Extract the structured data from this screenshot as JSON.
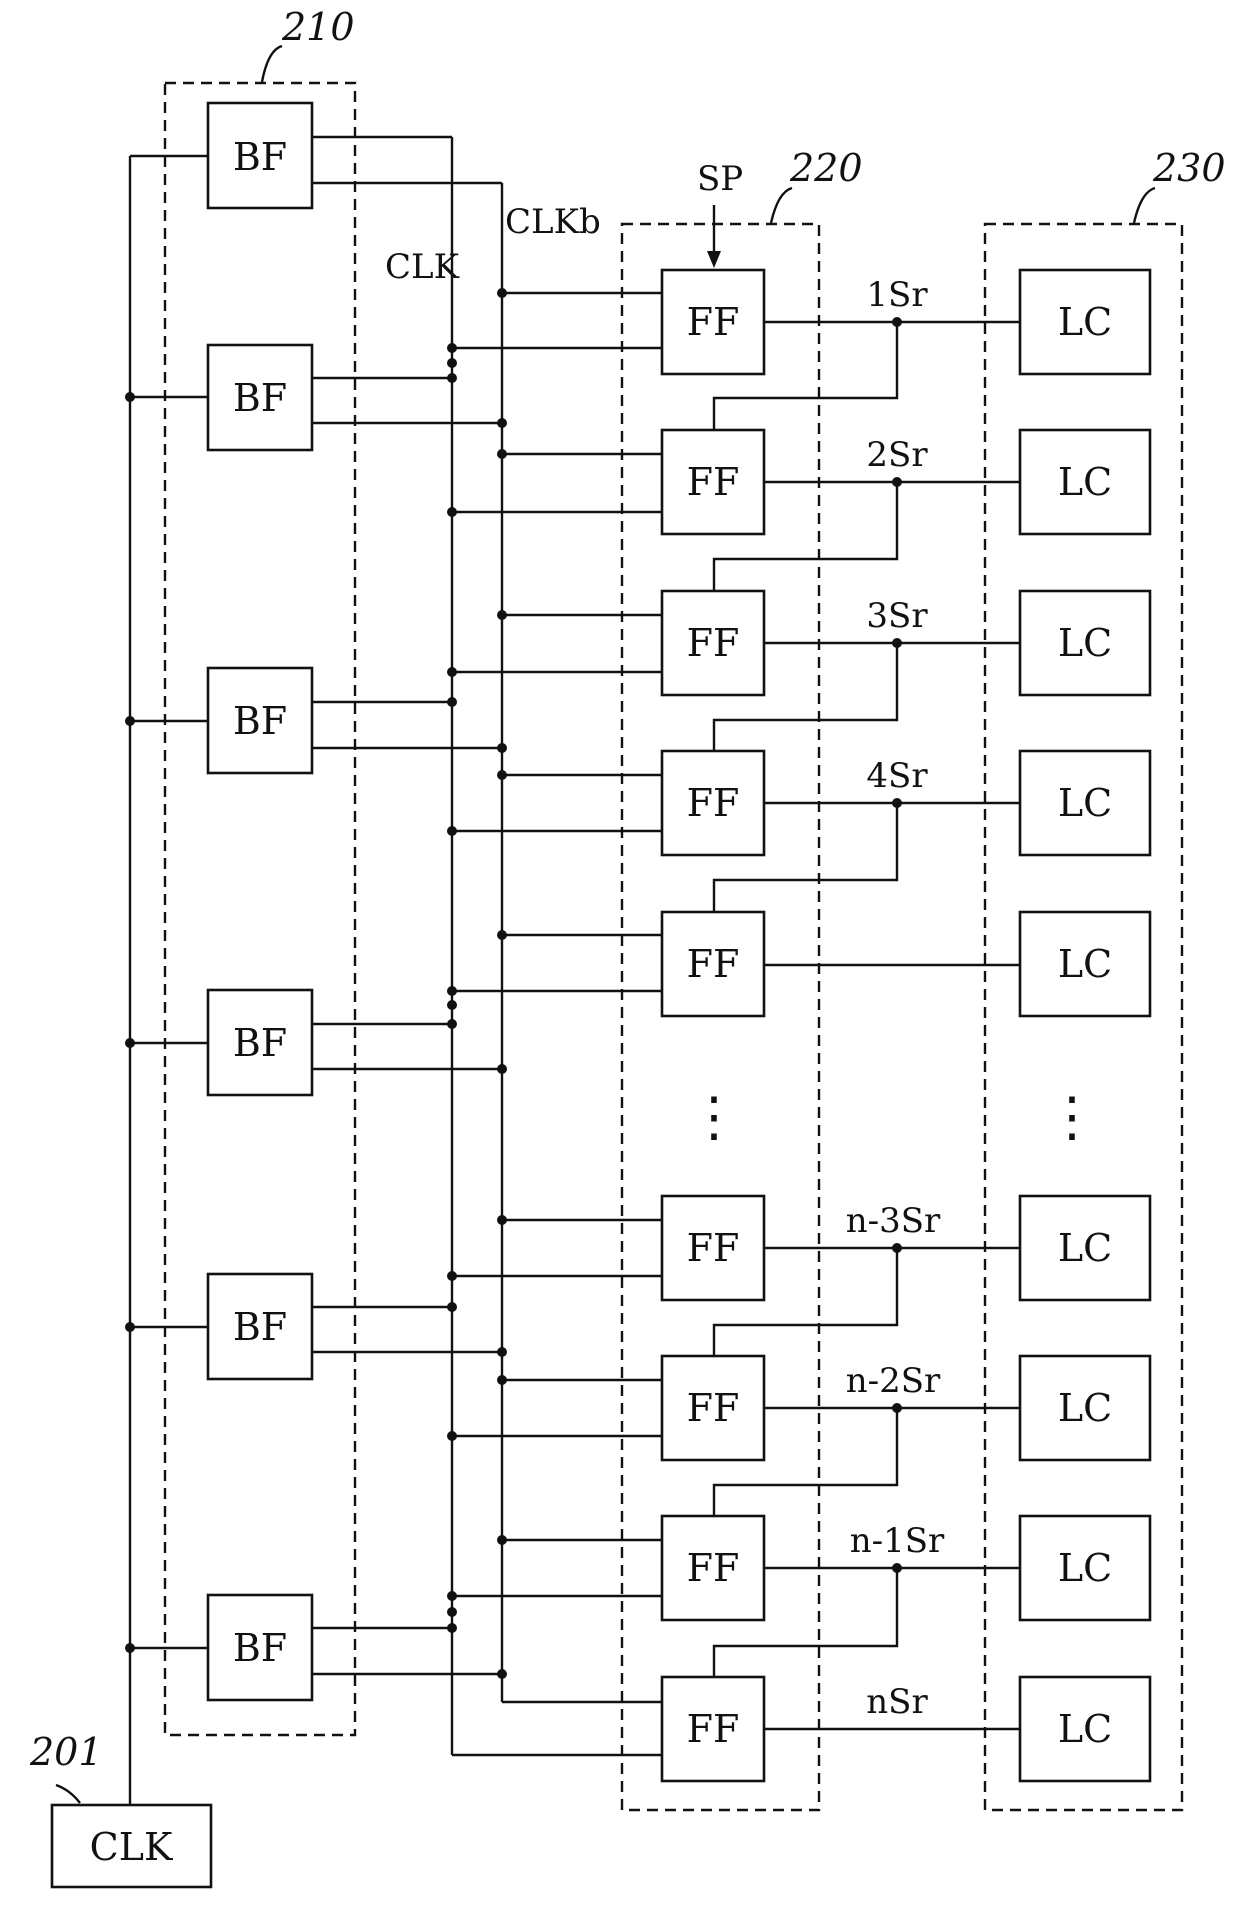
{
  "labels": {
    "clock_source": "CLK",
    "clock_source_ref": "201",
    "buffer_group_ref": "210",
    "flipflop_group_ref": "220",
    "latch_group_ref": "230",
    "clk_line": "CLK",
    "clkb_line": "CLKb",
    "start_pulse": "SP",
    "buffer_block": "BF",
    "flipflop_block": "FF",
    "latch_block": "LC",
    "ellipsis": "⋮"
  },
  "buffers": [
    "BF",
    "BF",
    "BF",
    "BF",
    "BF",
    "BF"
  ],
  "stages": [
    {
      "ff": "FF",
      "signal": "1Sr",
      "lc": "LC"
    },
    {
      "ff": "FF",
      "signal": "2Sr",
      "lc": "LC"
    },
    {
      "ff": "FF",
      "signal": "3Sr",
      "lc": "LC"
    },
    {
      "ff": "FF",
      "signal": "4Sr",
      "lc": "LC"
    },
    {
      "ff": "FF",
      "signal": "",
      "lc": "LC"
    },
    {
      "ff": "FF",
      "signal": "n-3Sr",
      "lc": "LC"
    },
    {
      "ff": "FF",
      "signal": "n-2Sr",
      "lc": "LC"
    },
    {
      "ff": "FF",
      "signal": "n-1Sr",
      "lc": "LC"
    },
    {
      "ff": "FF",
      "signal": "nSr",
      "lc": "LC"
    }
  ]
}
